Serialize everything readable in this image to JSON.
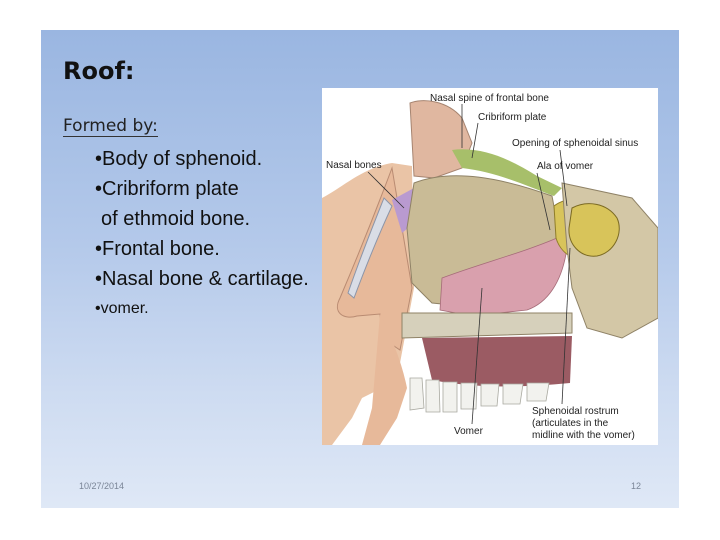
{
  "slide": {
    "title": "Roof:",
    "subtitle": "Formed by:",
    "bullets": [
      "•Body of sphenoid.",
      "•Cribriform plate",
      "of ethmoid bone.",
      "•Frontal bone.",
      "•Nasal bone & cartilage.",
      "•vomer."
    ],
    "footer": {
      "date": "10/27/2014",
      "page": "12"
    }
  },
  "figure": {
    "labels": {
      "nasal_spine": "Nasal spine of frontal bone",
      "cribriform": "Cribriform plate",
      "opening_sphenoidal": "Opening of sphenoidal sinus",
      "nasal_bones": "Nasal bones",
      "ala_vomer": "Ala of vomer",
      "sphenoidal_rostrum_1": "Sphenoidal rostrum",
      "sphenoidal_rostrum_2": "(articulates in the",
      "sphenoidal_rostrum_3": "midline with the vomer)",
      "vomer": "Vomer"
    },
    "colors": {
      "bone": "#c9bb96",
      "septum_pink": "#d9a0ad",
      "sinus_yellow": "#d8c45a",
      "cribriform_green": "#a7bf6a",
      "nasal_purple": "#b99ad0",
      "skin": "#eac4a6"
    }
  }
}
